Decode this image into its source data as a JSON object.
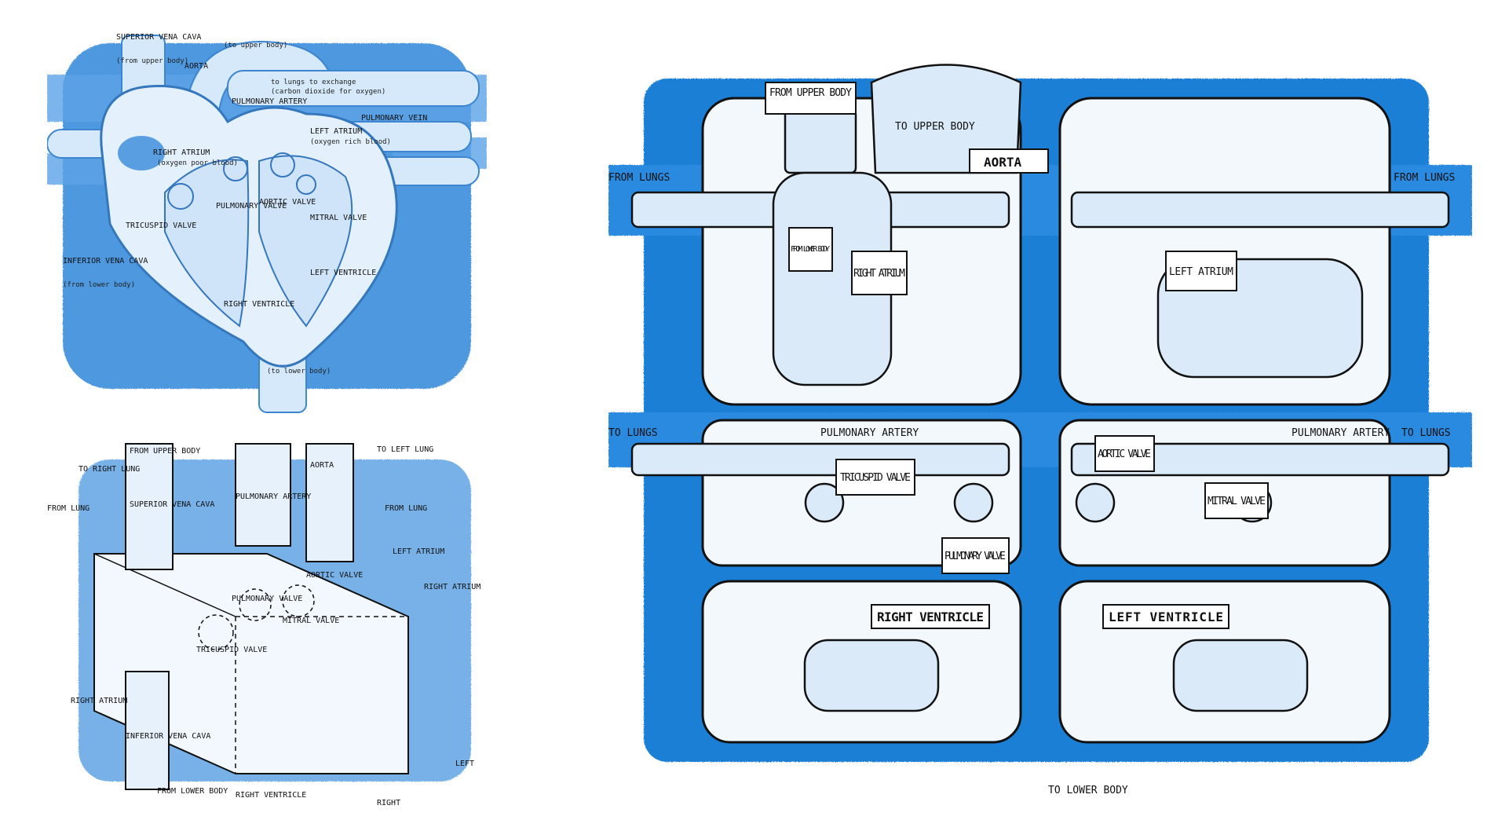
{
  "colors": {
    "crayon": "#1f7fd6",
    "crayon_light": "#8cc0ee",
    "ink": "#111111",
    "paper": "#ffffff"
  },
  "heart_sketch": {
    "superior_vena_cava": "Superior vena cava",
    "from_upper_body": "(from upper body)",
    "aorta": "Aorta",
    "to_upper_body": "(to upper body)",
    "pulmonary_artery": "Pulmonary artery",
    "to_lungs_note_1": "to lungs to exchange",
    "to_lungs_note_2": "(carbon dioxide for oxygen)",
    "pulmonary_vein": "Pulmonary vein",
    "left_atrium": "Left atrium",
    "oxygen_rich_blood": "(oxygen rich blood)",
    "right_atrium": "Right atrium",
    "oxygen_poor_blood": "(oxygen poor blood)",
    "pulmonary_valve": "Pulmonary valve",
    "aortic_valve": "Aortic valve",
    "mitral_valve": "Mitral valve",
    "tricuspid_valve": "Tricuspid valve",
    "inferior_vena_cava": "Inferior vena cava",
    "from_lower_body": "(from lower body)",
    "left_ventricle": "Left ventricle",
    "right_ventricle": "Right ventricle",
    "to_lower_body": "(to lower body)"
  },
  "iso_sketch": {
    "from_upper_body": "From upper body",
    "to_right_lung": "To right lung",
    "to_left_lung": "To left lung",
    "from_lung_left": "From lung",
    "from_lung_right": "From lung",
    "superior_vena_cava": "Superior vena cava",
    "pulmonary_artery": "Pulmonary artery",
    "aorta": "Aorta",
    "left_atrium": "Left atrium",
    "aortic_valve": "Aortic valve",
    "right_atrium_right": "Right atrium",
    "pulmonary_valve": "Pulmonary valve",
    "mitral_valve": "Mitral valve",
    "tricuspid_valve": "Tricuspid valve",
    "right_atrium_left": "Right atrium",
    "inferior_vena_cava": "Inferior vena cava",
    "from_lower_body": "From lower body",
    "right_ventricle": "Right ventricle",
    "left": "Left",
    "right": "Right"
  },
  "factory": {
    "from_upper_body": "From upper body",
    "to_upper_body": "To upper body",
    "aorta": "Aorta",
    "from_lungs_left": "From lungs",
    "from_lungs_right": "From lungs",
    "from_lower_body": "From lower body",
    "right_atrium": "Right atrium",
    "left_atrium": "Left atrium",
    "to_lungs_left": "To lungs",
    "to_lungs_right": "To lungs",
    "pulmonary_artery_left": "Pulmonary artery",
    "pulmonary_artery_right": "Pulmonary artery",
    "tricuspid_valve": "Tricuspid valve",
    "pulmonary_valve": "Pulmonary valve",
    "aortic_valve": "Aortic valve",
    "mitral_valve": "Mitral valve",
    "right_ventricle": "Right ventricle",
    "left_ventricle": "Left ventricle",
    "to_lower_body": "To lower body"
  }
}
